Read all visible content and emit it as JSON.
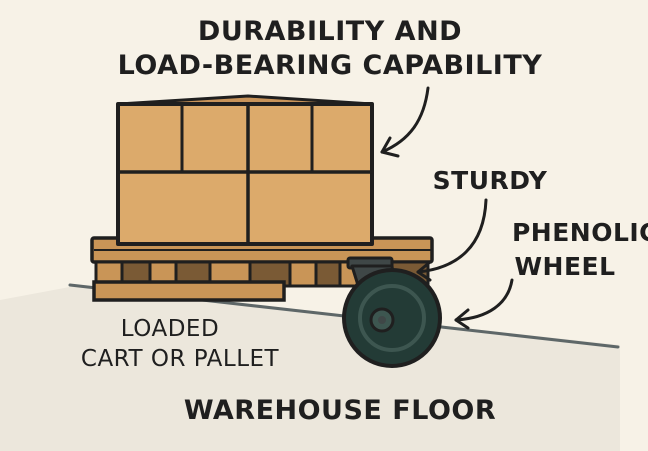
{
  "labels": {
    "title_line1": "DURABILITY AND",
    "title_line2": "LOAD-BEARING CAPABILITY",
    "sturdy": "STURDY",
    "phenolic": "PHENOLIC",
    "wheel": "WHEEL",
    "loaded": "LOADED",
    "cart_or_pallet": "CART OR PALLET",
    "floor": "WAREHOUSE FLOOR"
  },
  "colors": {
    "background": "#f7f2e7",
    "floor_shadow": "#ece7dc",
    "floor_line": "#5e6768",
    "box": "#dcaa6b",
    "box_side": "#c9945a",
    "pallet": "#c99557",
    "pallet_dark": "#7a5a35",
    "bracket": "#3f4747",
    "wheel": "#233b36",
    "wheel_hub": "#3d5650",
    "outline": "#1f1f1f"
  }
}
